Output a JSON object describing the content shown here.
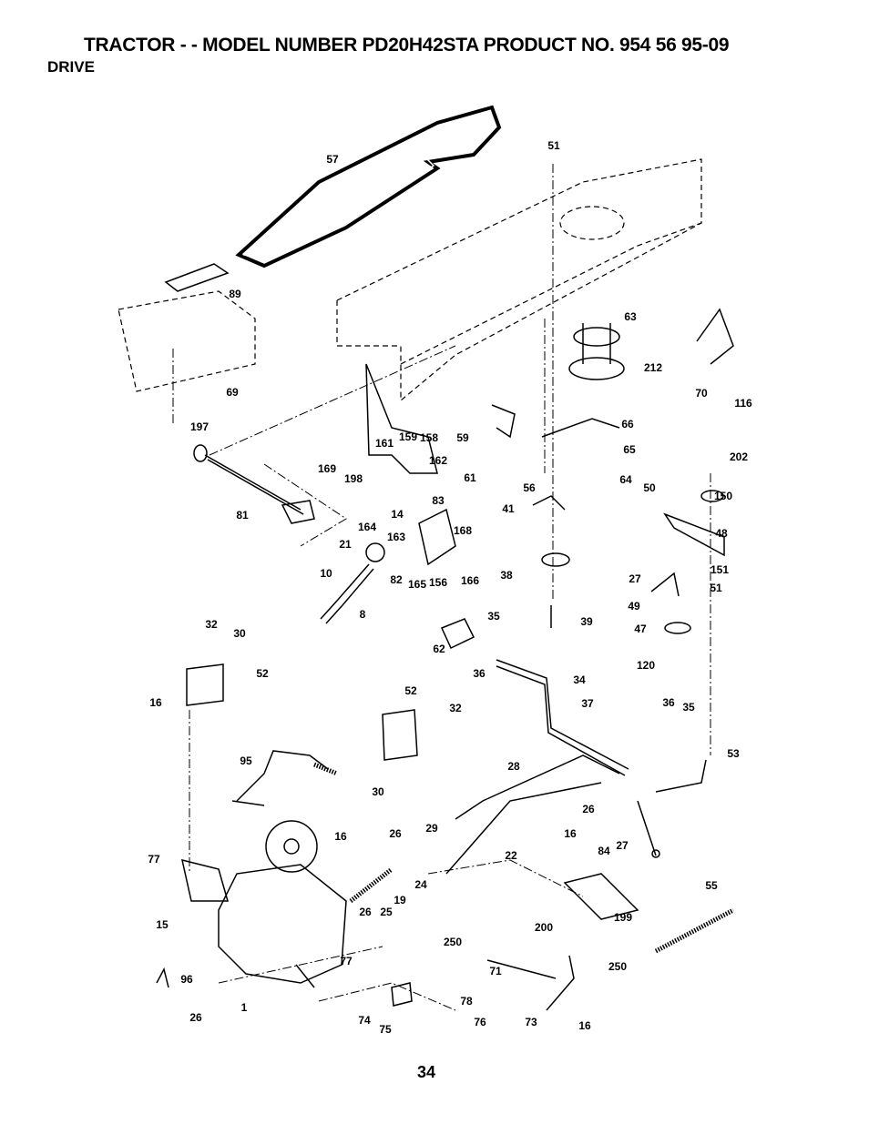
{
  "header": {
    "title": "TRACTOR - - MODEL NUMBER PD20H42STA PRODUCT NO. 954 56 95-09",
    "section": "DRIVE"
  },
  "page_number": "34",
  "diagram": {
    "part_labels": [
      "57",
      "51",
      "89",
      "63",
      "212",
      "70",
      "116",
      "69",
      "197",
      "59",
      "66",
      "65",
      "161",
      "159",
      "158",
      "169",
      "198",
      "162",
      "61",
      "56",
      "64",
      "202",
      "50",
      "150",
      "81",
      "41",
      "164",
      "14",
      "83",
      "163",
      "168",
      "48",
      "21",
      "82",
      "165",
      "156",
      "166",
      "38",
      "151",
      "27",
      "51",
      "10",
      "49",
      "8",
      "35",
      "39",
      "32",
      "62",
      "47",
      "30",
      "36",
      "120",
      "52",
      "34",
      "16",
      "52",
      "37",
      "36",
      "35",
      "32",
      "53",
      "95",
      "28",
      "30",
      "26",
      "29",
      "16",
      "26",
      "16",
      "84",
      "27",
      "22",
      "77",
      "24",
      "55",
      "19",
      "26",
      "25",
      "15",
      "199",
      "200",
      "250",
      "71",
      "250",
      "77",
      "96",
      "1",
      "26",
      "78",
      "74",
      "76",
      "75",
      "73",
      "16"
    ]
  }
}
